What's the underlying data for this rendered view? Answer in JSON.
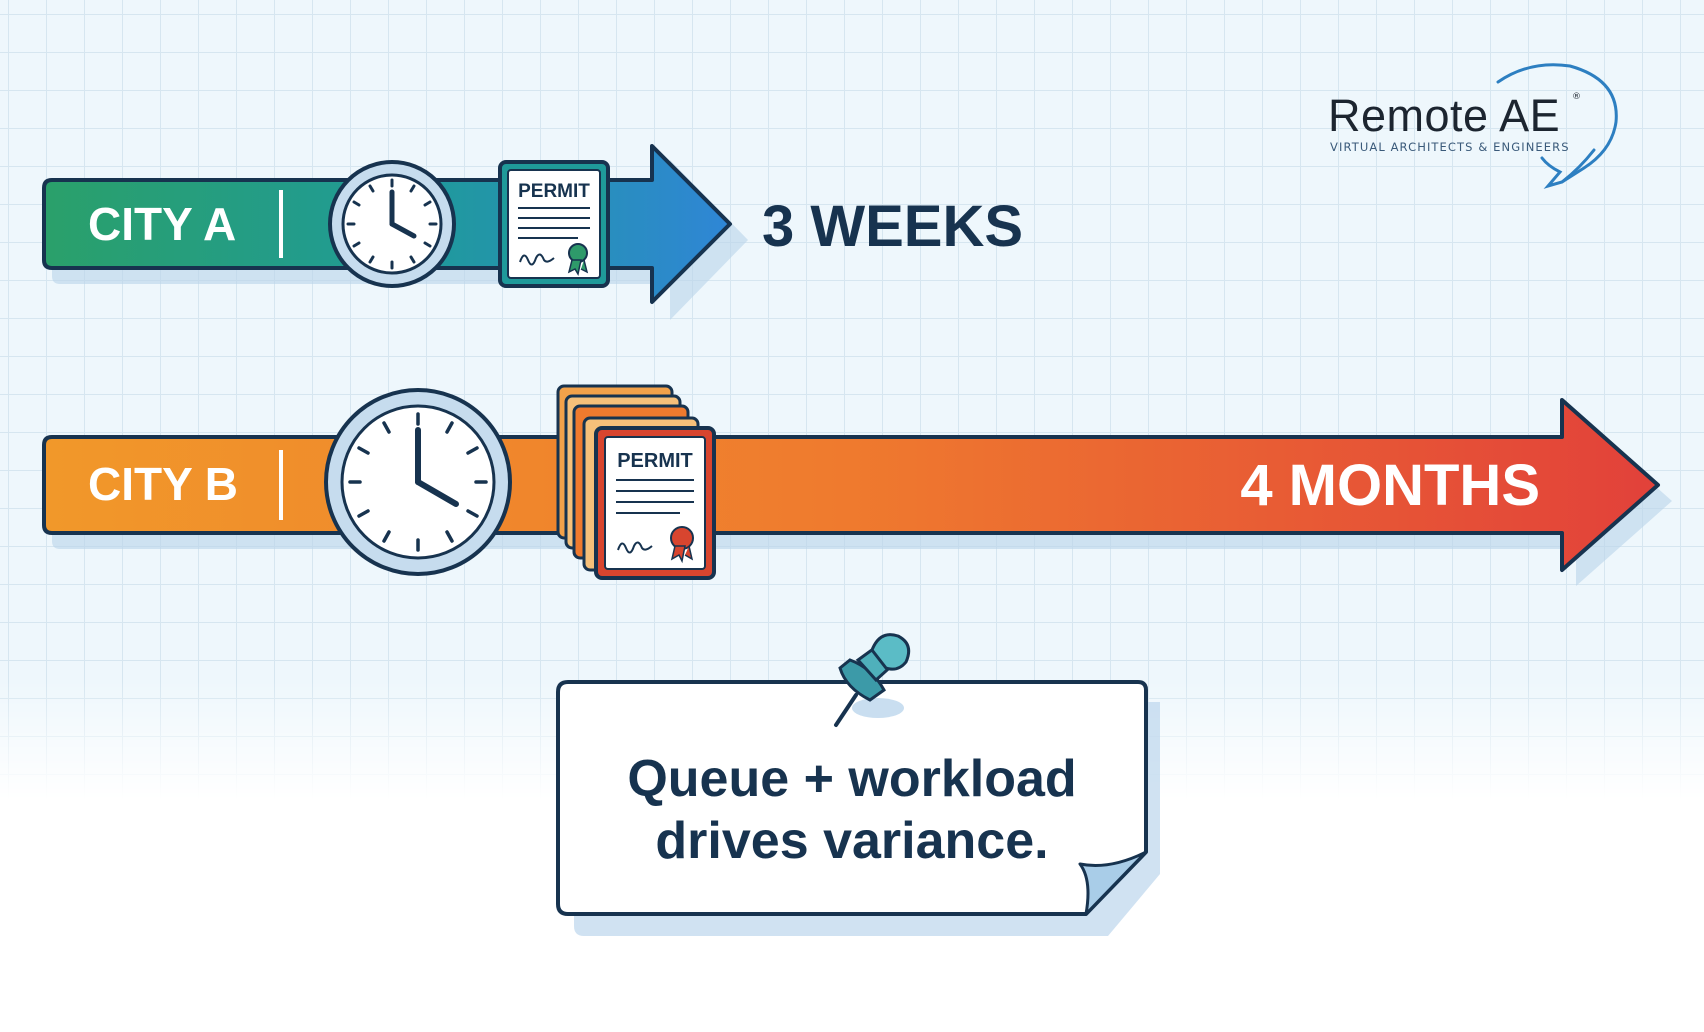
{
  "brand": {
    "name": "Remote AE",
    "registered_mark": "®",
    "tagline": "VIRTUAL ARCHITECTS & ENGINEERS",
    "accent_color": "#2d7fc1"
  },
  "timelines": [
    {
      "city_label": "CITY A",
      "permit_label": "PERMIT",
      "duration_label": "3 WEEKS",
      "colors": [
        "#2aa06a",
        "#1f9a9a",
        "#2f86d6"
      ],
      "seal_color": "#2e9a6a"
    },
    {
      "city_label": "CITY B",
      "permit_label": "PERMIT",
      "duration_label": "4 MONTHS",
      "colors": [
        "#f1982a",
        "#ef7a2e",
        "#e2413a"
      ],
      "seal_color": "#d8452f"
    }
  ],
  "icons": [
    "clock-icon",
    "permit-document-icon",
    "permit-stack-icon",
    "pushpin-icon"
  ],
  "note": {
    "line1": "Queue + workload",
    "line2": "drives variance."
  }
}
